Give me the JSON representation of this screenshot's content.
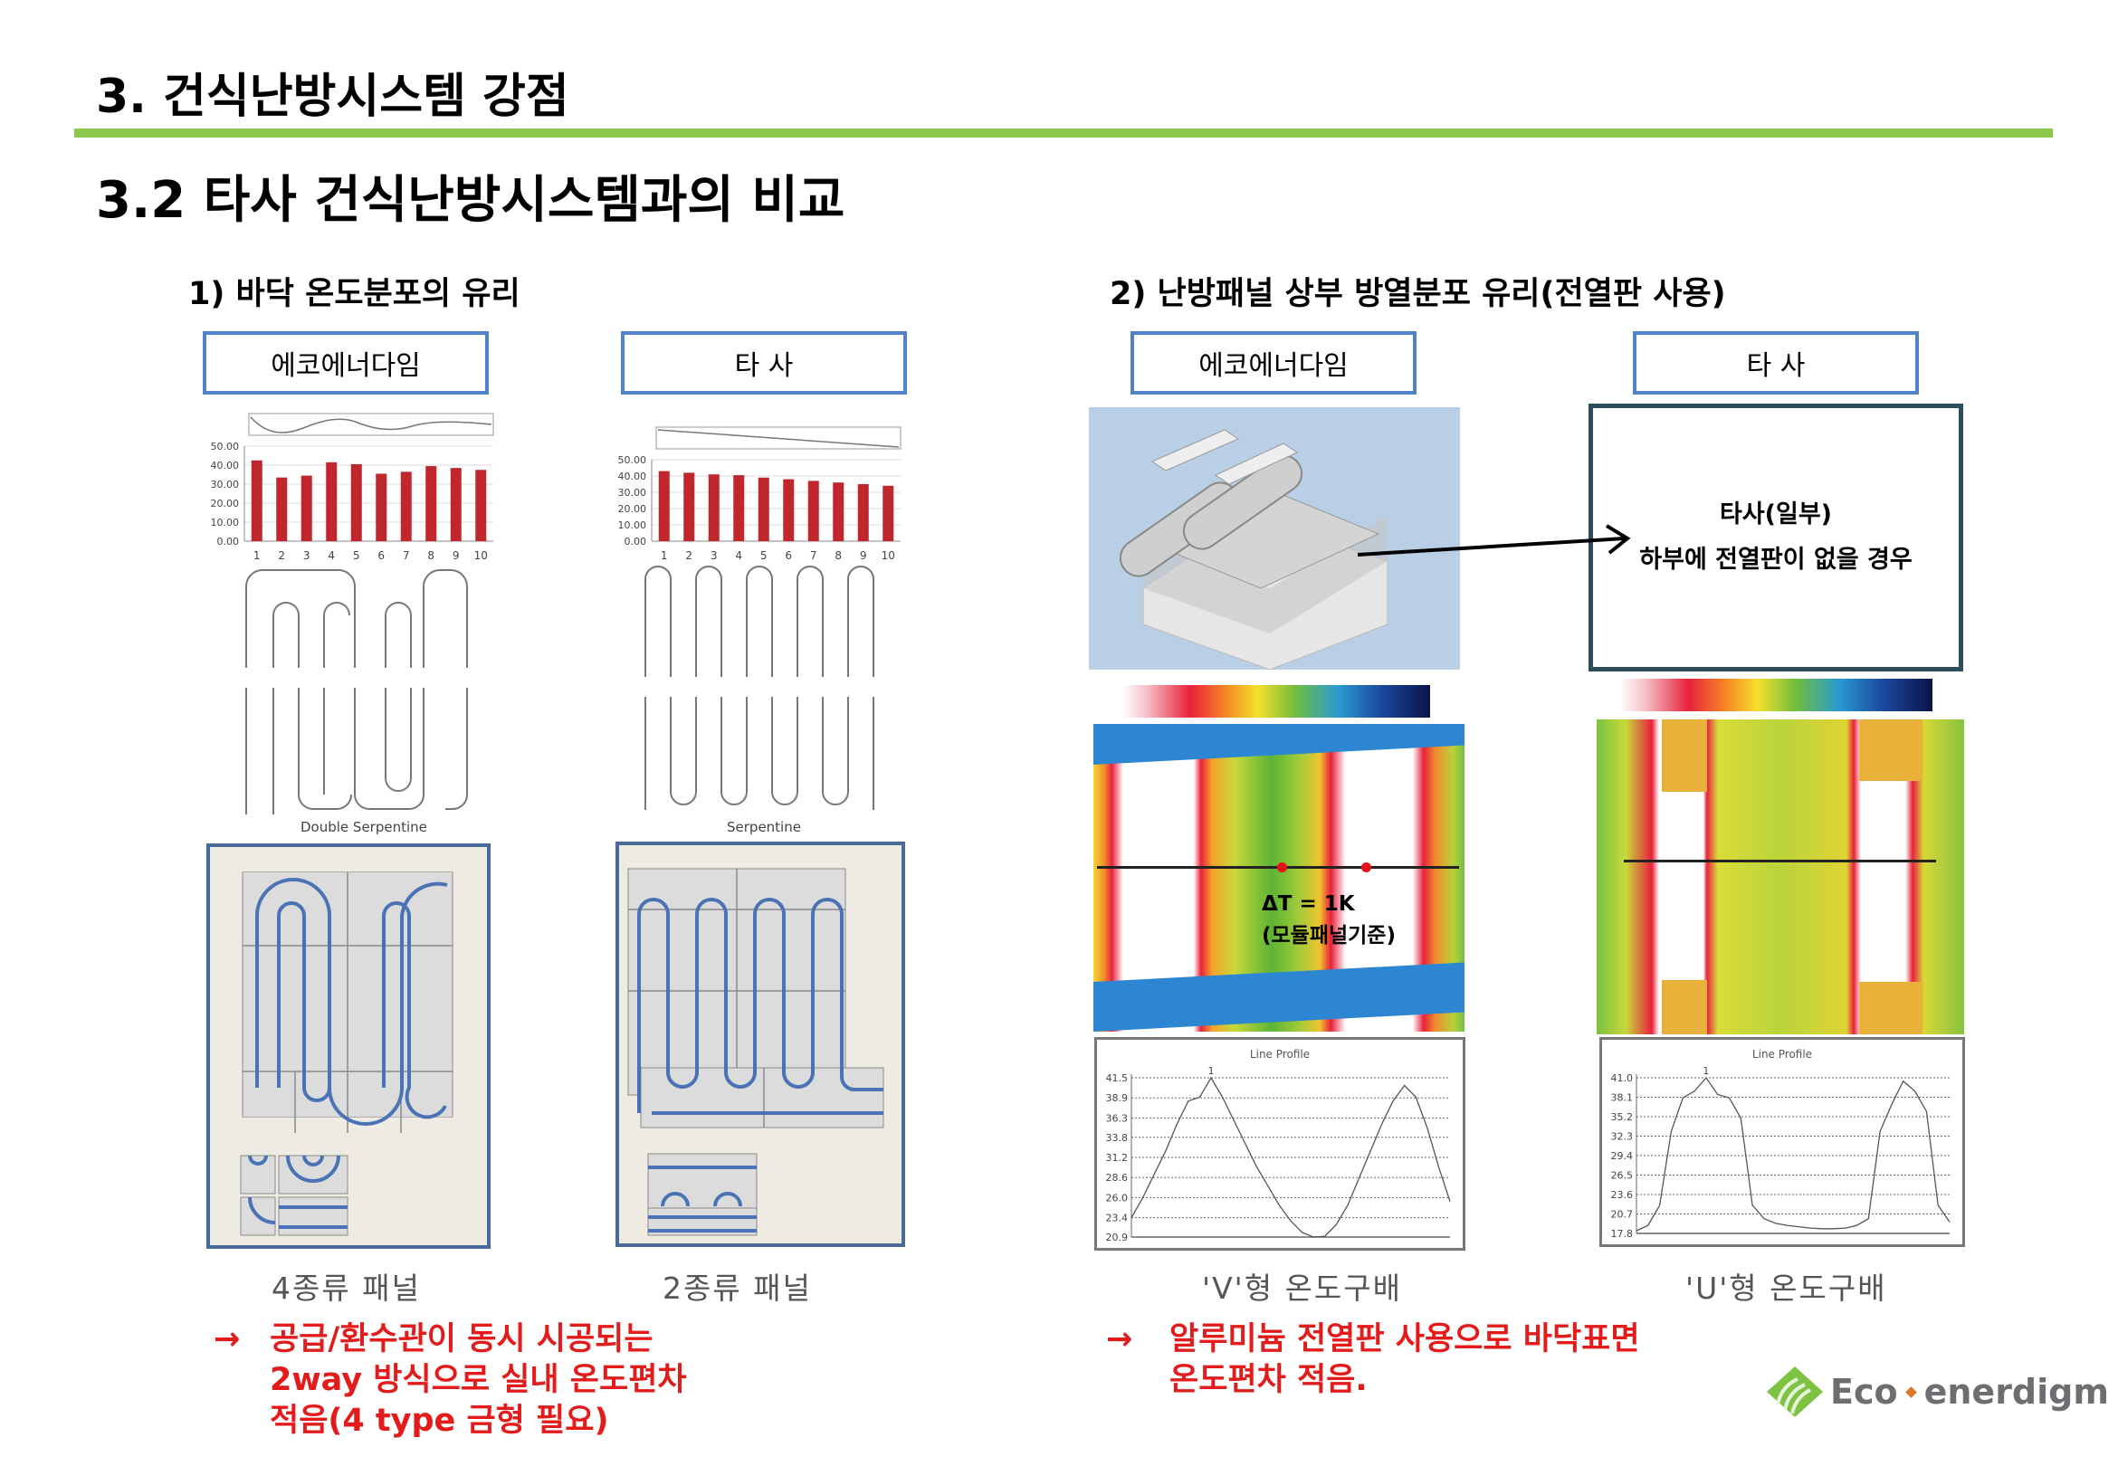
{
  "header": {
    "title": "3. 건식난방시스템 강점",
    "subtitle": "3.2 타사 건식난방시스템과의 비교",
    "accent_color": "#8cc84b"
  },
  "section1": {
    "heading": "1) 바닥 온도분포의 유리",
    "tag_ours": "에코에너다임",
    "tag_other": "타 사",
    "diagram_ours_label": "Double Serpentine",
    "diagram_other_label": "Serpentine",
    "panel_ours_caption": "4종류 패널",
    "panel_other_caption": "2종류 패널",
    "note_arrow": "→",
    "note_lines": [
      "공급/환수관이 동시 시공되는",
      "2way 방식으로 실내 온도편차",
      "적음(4 type 금형 필요)"
    ]
  },
  "section2": {
    "heading": "2) 난방패널 상부 방열분포 유리(전열판 사용)",
    "tag_ours": "에코에너다임",
    "tag_other": "타 사",
    "other_box_line1": "타사(일부)",
    "other_box_line2": "하부에 전열판이 없을 경우",
    "delta_line1": "ΔT = 1K",
    "delta_line2": "(모듈패널기준)",
    "caption_ours": "'V'형 온도구배",
    "caption_other": "'U'형 온도구배",
    "note_arrow": "→",
    "note_lines": [
      "알루미늄 전열판 사용으로 바닥표면",
      "온도편차 적음."
    ]
  },
  "logo": {
    "text_left": "Eco",
    "text_right": "enerdigm",
    "color": "#6d6e71",
    "mark_color": "#7dc242"
  },
  "chart_data": [
    {
      "type": "bar",
      "title": "Double Serpentine",
      "categories": [
        "1",
        "2",
        "3",
        "4",
        "5",
        "6",
        "7",
        "8",
        "9",
        "10"
      ],
      "values": [
        42.5,
        33.5,
        34.5,
        41.5,
        40.5,
        35.5,
        36.5,
        39.5,
        38.5,
        37.5
      ],
      "yticks": [
        "0.00",
        "10.00",
        "20.00",
        "30.00",
        "40.00",
        "50.00"
      ],
      "ylim": [
        0,
        50
      ],
      "color": "#c0272d"
    },
    {
      "type": "bar",
      "title": "Serpentine",
      "categories": [
        "1",
        "2",
        "3",
        "4",
        "5",
        "6",
        "7",
        "8",
        "9",
        "10"
      ],
      "values": [
        43,
        42,
        41,
        40.5,
        39,
        38,
        37,
        36,
        35,
        34
      ],
      "yticks": [
        "0.00",
        "10.00",
        "20.00",
        "30.00",
        "40.00",
        "50.00"
      ],
      "ylim": [
        0,
        50
      ],
      "color": "#c0272d"
    },
    {
      "type": "line",
      "title": "Line Profile",
      "yticks": [
        "20.9",
        "23.4",
        "26.0",
        "28.6",
        "31.2",
        "33.8",
        "36.3",
        "38.9",
        "41.5"
      ],
      "ylim": [
        20.9,
        41.5
      ],
      "peak_label": "1",
      "values": [
        23.4,
        26,
        29,
        32,
        35.5,
        38.5,
        39,
        41.5,
        39,
        36,
        33,
        30,
        27.5,
        25,
        23,
        21.5,
        20.9,
        21,
        22.5,
        25,
        28.5,
        32,
        35.5,
        38.5,
        40.5,
        39,
        35,
        30,
        25.5
      ]
    },
    {
      "type": "line",
      "title": "Line Profile",
      "yticks": [
        "17.8",
        "20.7",
        "23.6",
        "26.5",
        "29.4",
        "32.3",
        "35.2",
        "38.1",
        "41.0"
      ],
      "ylim": [
        17.8,
        41.0
      ],
      "peak_label": "1",
      "values": [
        18.2,
        19,
        22,
        33,
        38,
        39,
        41,
        38.5,
        38,
        35,
        22,
        20,
        19.3,
        19,
        18.8,
        18.6,
        18.5,
        18.5,
        18.6,
        19,
        20,
        33,
        37,
        40.5,
        39,
        36,
        22,
        19.5
      ]
    }
  ]
}
